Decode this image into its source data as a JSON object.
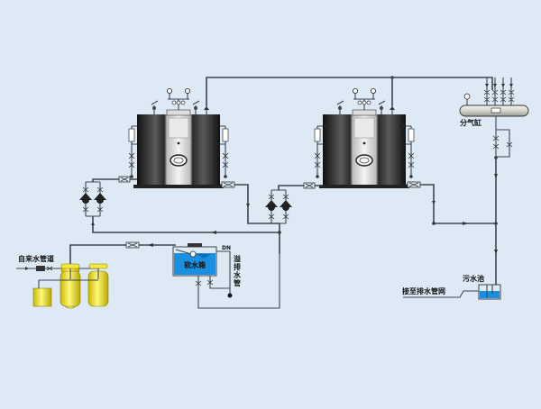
{
  "diagram": {
    "title": "Boiler system water and steam flow schematic",
    "colors": {
      "background": "#ddeaf5",
      "pipe": "#3c4650",
      "boiler_dark": "#1c1c1c",
      "boiler_light": "#e8e8e8",
      "softener_tank": "#f0e020",
      "water_tank": "#1a8fe0",
      "sewage_pool": "#1a8fe0",
      "header_body": "#d8d8d0"
    },
    "labels": {
      "tap_water_pipe": "自来水管道",
      "soft_water_tank": "软水箱",
      "overflow_drain_pipe": "溢排水管",
      "dn_mark": "DN",
      "steam_header": "分气缸",
      "sewage_pool": "污水池",
      "to_drain_network": "接至排水管网"
    },
    "components": [
      {
        "id": "boiler-1",
        "type": "boiler",
        "name": "Boiler 1"
      },
      {
        "id": "boiler-2",
        "type": "boiler",
        "name": "Boiler 2"
      },
      {
        "id": "pump-group-1",
        "type": "feed-pump-pair",
        "name": "Feed pumps for boiler 1"
      },
      {
        "id": "pump-group-2",
        "type": "feed-pump-pair",
        "name": "Feed pumps for boiler 2"
      },
      {
        "id": "steam-header",
        "type": "header",
        "name": "分气缸",
        "outlet_count": 4
      },
      {
        "id": "soft-water-tank",
        "type": "tank",
        "name": "软水箱"
      },
      {
        "id": "softener-resin-tank-1",
        "type": "softener",
        "name": "Softener column 1"
      },
      {
        "id": "softener-resin-tank-2",
        "type": "softener",
        "name": "Softener column 2"
      },
      {
        "id": "brine-tank",
        "type": "salt-tank",
        "name": "Brine tank"
      },
      {
        "id": "sewage-pool",
        "type": "pool",
        "name": "污水池"
      }
    ]
  }
}
